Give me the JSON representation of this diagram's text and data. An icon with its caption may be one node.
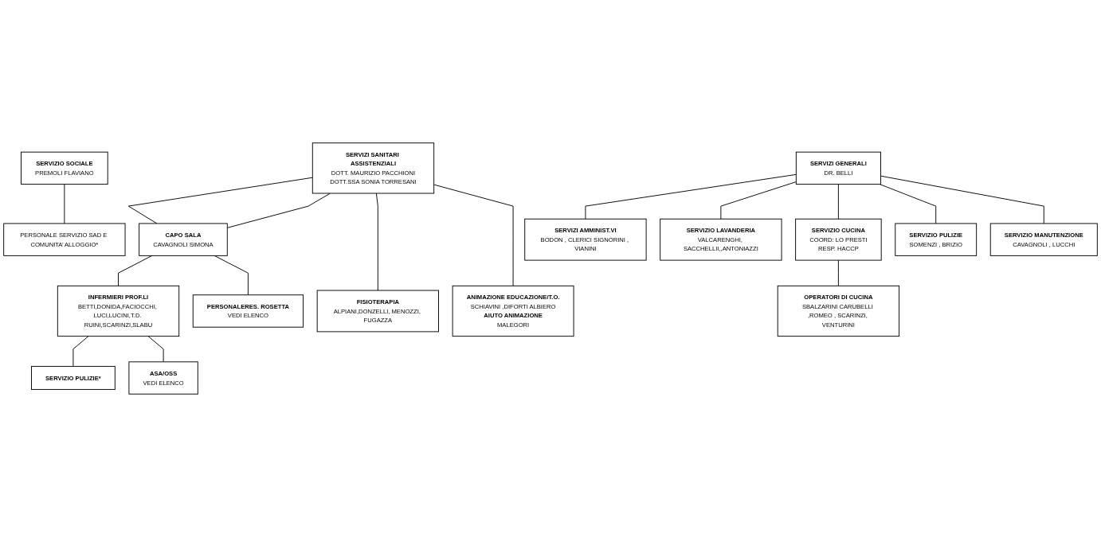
{
  "diagram": {
    "nodes": [
      {
        "text": [
          "SERVIZI SANITARI ASSISTENZIALI",
          "DOTT. MAURIZIO PACCHIONI",
          "DOTT.SSA SONIA TORRESANI"
        ]
      },
      {
        "text": [
          "SERVIZIO SOCIALE",
          "PREMOLI FLAVIANO"
        ]
      },
      {
        "text": [
          "SERVIZI GENERALI",
          "DR. BELLI"
        ]
      },
      {
        "text": [
          "CAPO SALA",
          "CAVAGNOLI SIMONA"
        ]
      },
      {
        "text": [
          "PERSONALE SERVIZIO SAD E COMUNITA’ ALLOGGIO*"
        ]
      },
      {
        "text": [
          "FISIOTERAPIA",
          "ALPIANI,DONZELLI, MENOZZI, FUGAZZA"
        ]
      },
      {
        "text": [
          "SERVIZI AMMINIST.VI",
          "BODON , CLERICI SIGNORINI , VIANINI"
        ]
      },
      {
        "text": [
          "SERVIZIO LAVANDERIA",
          "VALCARENGHI, SACCHELLII,,ANTONIAZZI"
        ]
      },
      {
        "text": [
          "INFERMIERI PROF.LI",
          "BETTI,DONIDA,FACIOCCHI, LUCI,LUCINI,T.D. RUINI,SCARINZI,SLABU"
        ]
      },
      {
        "text": [
          "SERVIZIO CUCINA",
          "COORD: LO PRESTI",
          "RESP. HACCP"
        ]
      },
      {
        "text": [
          "SERVIZIO PULIZIE",
          "SOMENZI , BRIZIO"
        ]
      },
      {
        "text": [
          "ANIMAZIONE EDUCAZIONE/T.O.",
          "SCHIAVINI ,DIFORTI ALBIERO",
          "AIUTO ANIMAZIONE",
          "MALEGORI"
        ]
      },
      {
        "text": [
          "SERVIZIO PULIZIE*"
        ]
      },
      {
        "text": [
          "OPERATORI DI CUCINA",
          "SBALZARINI CARUBELLI ,ROMEO , SCARINZI, VENTURINI"
        ]
      },
      {
        "text": [
          "SERVIZIO MANUTENZIONE",
          "CAVAGNOLI , LUCCHI"
        ]
      },
      {
        "text": [
          "ASA/OSS",
          "VEDI ELENCO"
        ]
      },
      {
        "text": [
          "PERSONALERES. ROSETTA",
          "VEDI ELENCO"
        ]
      }
    ],
    "edges": [
      {
        "from": 0,
        "to": 3,
        "arrow": "none"
      },
      {
        "from": 0,
        "to": 3,
        "arrow": "none"
      },
      {
        "from": 0,
        "to": 5,
        "arrow": "none"
      },
      {
        "from": 0,
        "to": 11,
        "arrow": "none"
      },
      {
        "from": 1,
        "to": 4,
        "arrow": "none"
      },
      {
        "from": 3,
        "to": 8,
        "arrow": "none"
      },
      {
        "from": 3,
        "to": 16,
        "arrow": "none"
      },
      {
        "from": 8,
        "to": 12,
        "arrow": "none"
      },
      {
        "from": 8,
        "to": 15,
        "arrow": "none"
      },
      {
        "from": 2,
        "to": 6,
        "arrow": "none"
      },
      {
        "from": 2,
        "to": 7,
        "arrow": "none"
      },
      {
        "from": 2,
        "to": 9,
        "arrow": "none"
      },
      {
        "from": 2,
        "to": 10,
        "arrow": "none"
      },
      {
        "from": 2,
        "to": 14,
        "arrow": "none"
      },
      {
        "from": 9,
        "to": 13,
        "arrow": "none"
      }
    ]
  }
}
